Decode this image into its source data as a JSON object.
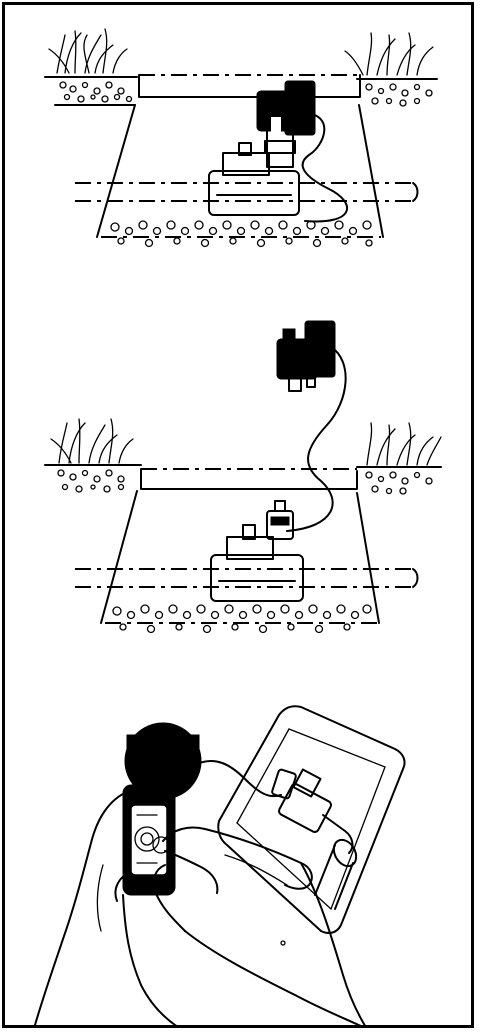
{
  "figure": {
    "panels": [
      {
        "id": "panel-1",
        "subject": "solenoid-on-valve-in-box"
      },
      {
        "id": "panel-2",
        "subject": "solenoid-removed-from-valve"
      },
      {
        "id": "panel-3",
        "subject": "hands-holding-controller-over-valve-box"
      }
    ]
  },
  "colors": {
    "ink": "#000000",
    "paper": "#ffffff"
  }
}
